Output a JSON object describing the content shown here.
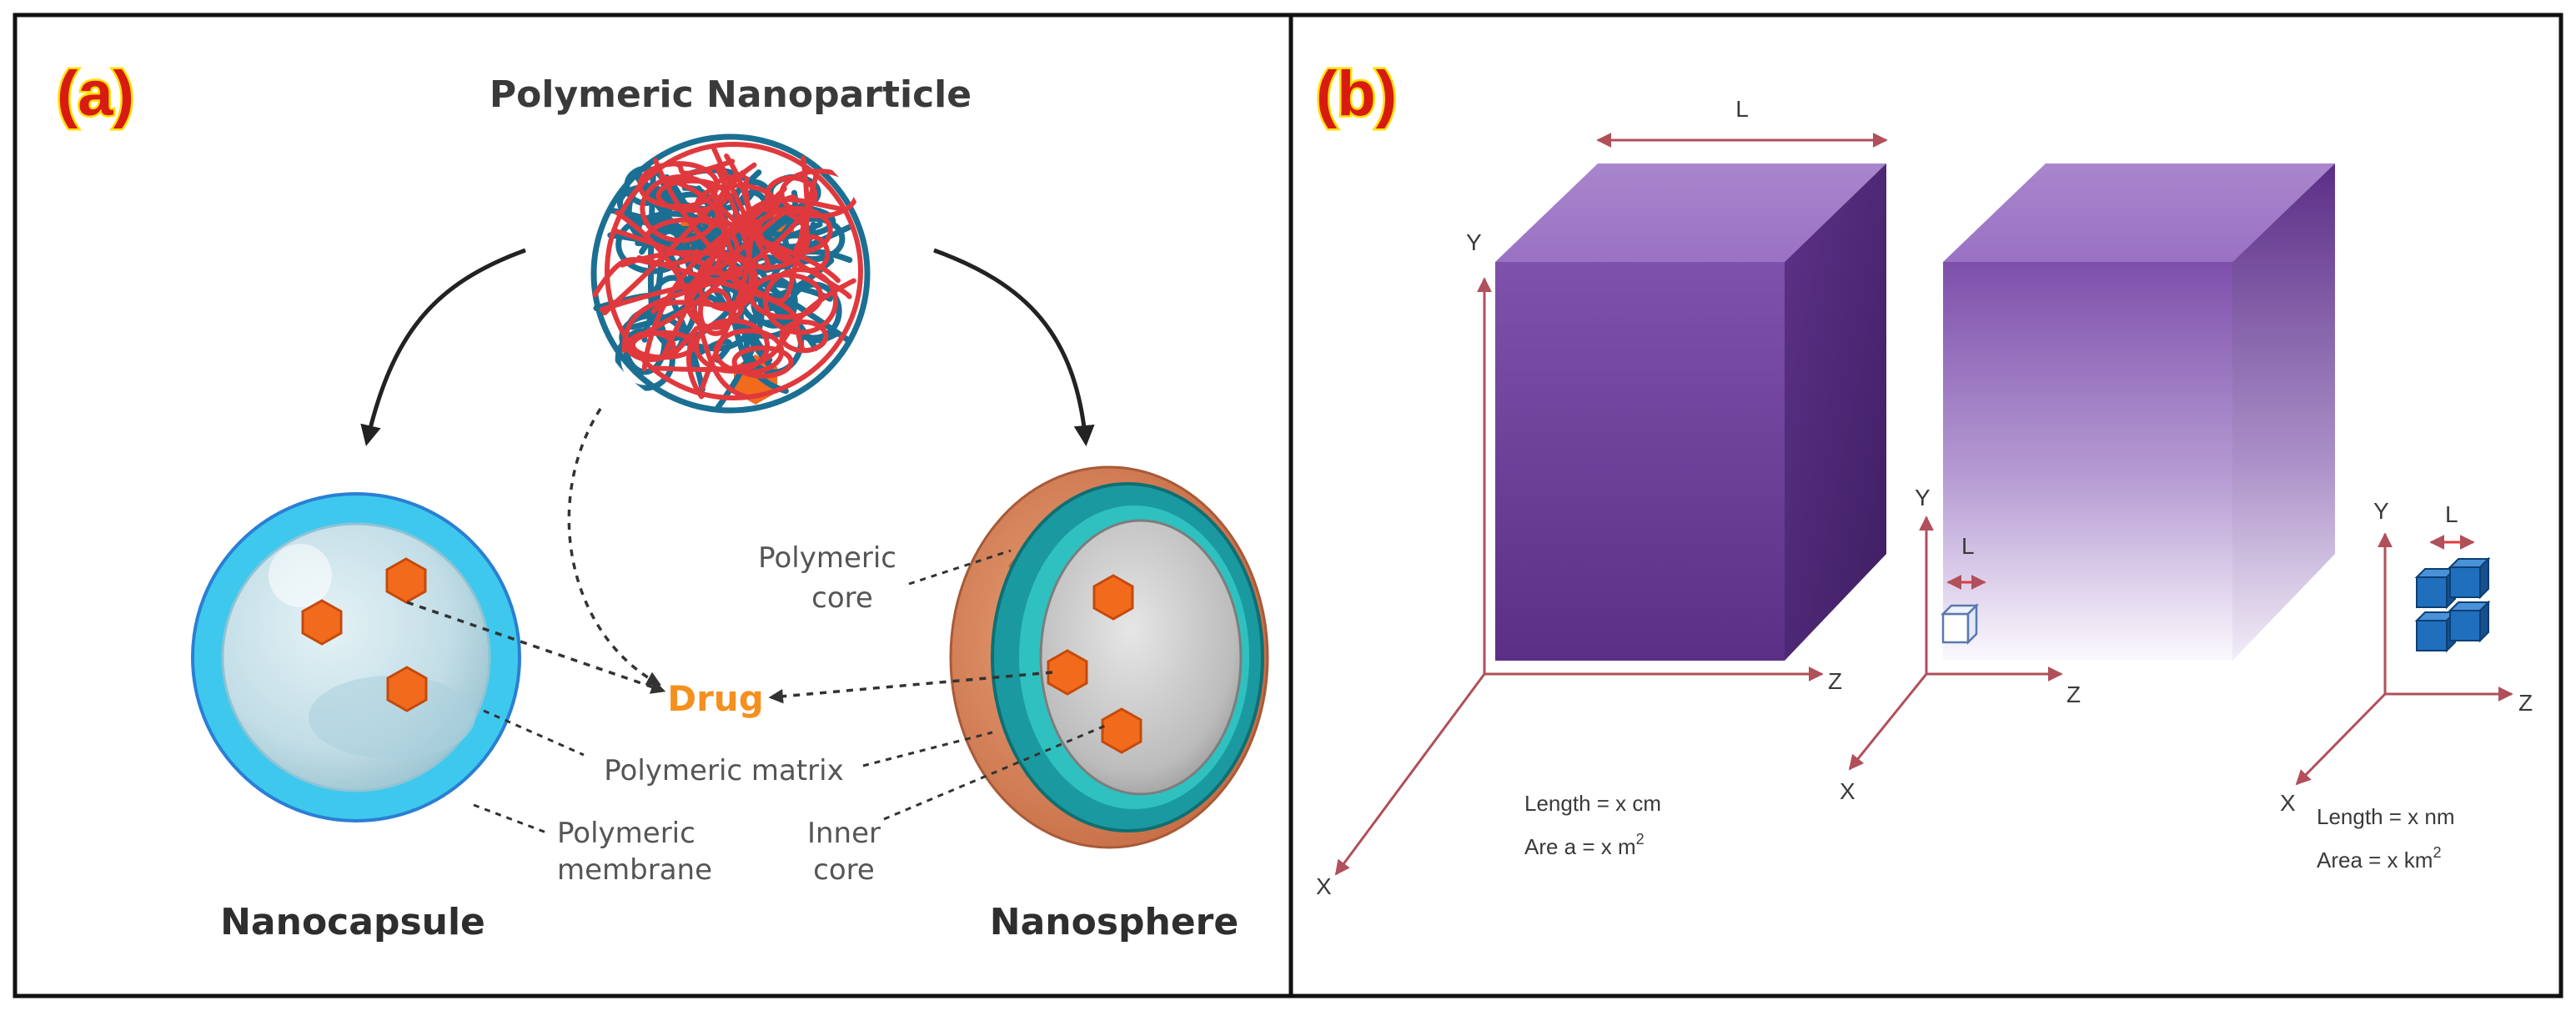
{
  "panel_a": {
    "letter": "(a)",
    "title": "Polymeric Nanoparticle",
    "drug_label": "Drug",
    "nanocapsule": {
      "name": "Nanocapsule",
      "matrix_label": "Polymeric matrix",
      "membrane_label_line1": "Polymeric",
      "membrane_label_line2": "membrane"
    },
    "nanosphere": {
      "name": "Nanosphere",
      "core_label_line1": "Polymeric",
      "core_label_line2": "core",
      "inner_core_line1": "Inner",
      "inner_core_line2": "core"
    }
  },
  "panel_b": {
    "letter": "(b)",
    "cube_dimension_label": "L",
    "axes": {
      "x": "X",
      "y": "Y",
      "z": "Z"
    },
    "left_cube": {
      "length_text": "Length = x cm",
      "area_text_prefix": "Are a = x m",
      "area_superscript": "2"
    },
    "right_cube": {
      "small_cube_label": "L",
      "blue_cubes_label": "L",
      "length_text": "Length = x nm",
      "area_text_prefix": "Area = x km",
      "area_superscript": "2"
    }
  },
  "colors": {
    "panel_letter_fill": "#d81b10",
    "panel_letter_outline": "#ffe000",
    "drug_orange": "#f5901e",
    "hexagon_orange": "#f26b1d",
    "cube_purple": "#7b4ba5",
    "axis_red": "#b0505a",
    "blue_cube": "#1f6fbd",
    "capsule_cyan": "#3ec8ee",
    "sphere_teal": "#1a9aa0"
  }
}
